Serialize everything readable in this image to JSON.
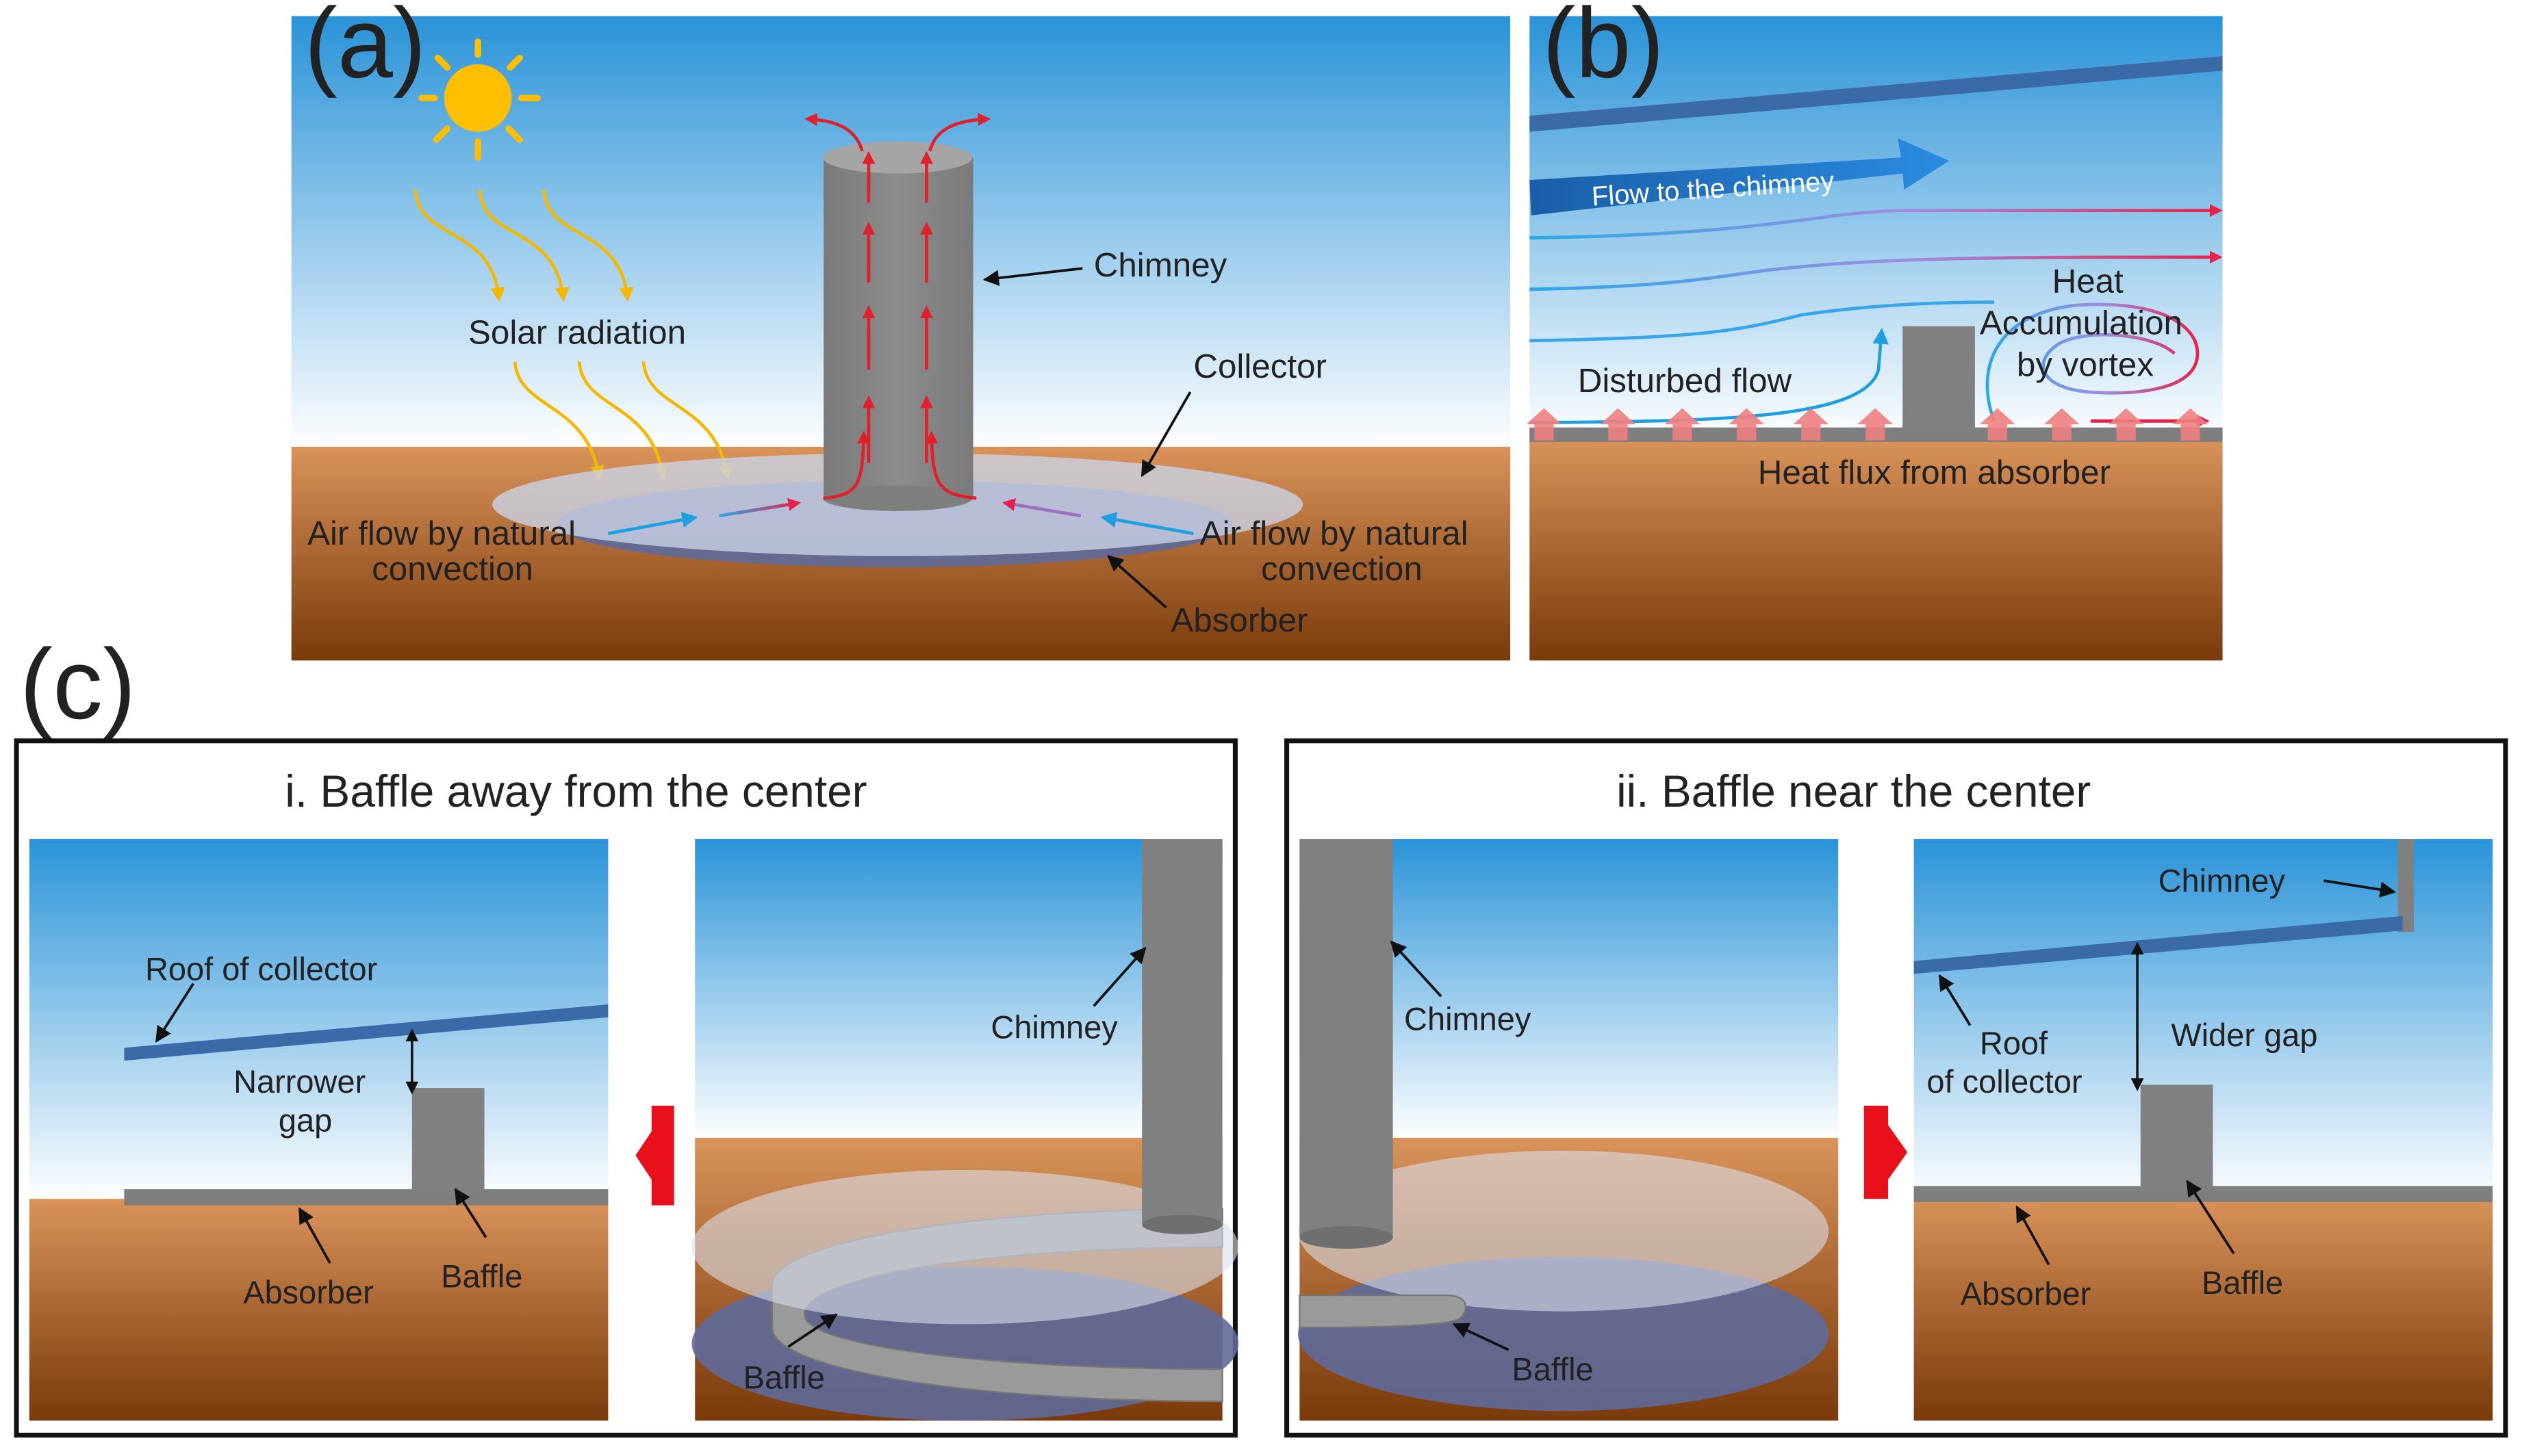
{
  "panel_a": {
    "letter": "(a)",
    "chimney": "Chimney",
    "solar_radiation": "Solar radiation",
    "collector": "Collector",
    "air_flow_left": [
      "Air flow by natural",
      "convection"
    ],
    "air_flow_right": [
      "Air flow by natural",
      "convection"
    ],
    "absorber": "Absorber"
  },
  "panel_b": {
    "letter": "(b)",
    "flow_to_chimney": "Flow to the chimney",
    "disturbed_flow": "Disturbed flow",
    "heat_accumulation": [
      "Heat",
      "Accumulation",
      "by vortex"
    ],
    "heat_flux": "Heat flux from absorber"
  },
  "panel_c": {
    "letter": "(c)",
    "case_i": {
      "title": "i. Baffle away from the center",
      "roof": "Roof of collector",
      "gap": [
        "Narrower",
        "gap"
      ],
      "absorber": "Absorber",
      "baffle": "Baffle",
      "chimney": "Chimney",
      "baffle_3d": "Baffle"
    },
    "case_ii": {
      "title": "ii. Baffle near the center",
      "chimney_3d": "Chimney",
      "baffle_3d": "Baffle",
      "chimney": "Chimney",
      "roof": [
        "Roof",
        "of collector"
      ],
      "gap": "Wider gap",
      "absorber": "Absorber",
      "baffle": "Baffle"
    }
  },
  "colors": {
    "sky_top": "#2a93d8",
    "sky_bottom": "#ffffff",
    "ground_top": "#d9935a",
    "ground_bottom": "#7a3a0a",
    "chimney": "#878787",
    "hot_flow": "#e0202a",
    "cold_flow": "#1ea0e0",
    "sun": "#ffbf00",
    "roof": "#3a6aa8",
    "big_arrow": "#e8101a"
  }
}
